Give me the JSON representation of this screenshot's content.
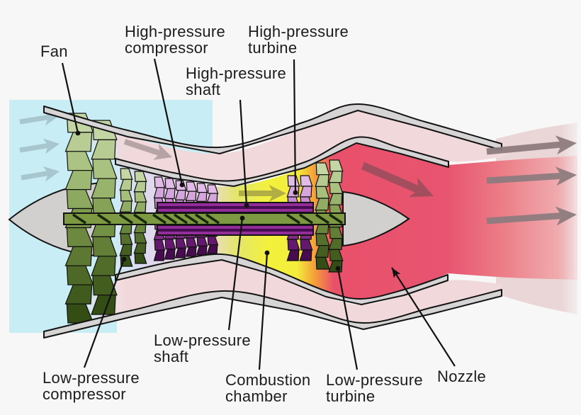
{
  "labels": {
    "fan": "Fan",
    "high_pressure_compressor": "High-pressure\ncompressor",
    "high_pressure_turbine": "High-pressure\nturbine",
    "high_pressure_shaft": "High-pressure\nshaft",
    "low_pressure_shaft": "Low-pressure\nshaft",
    "low_pressure_compressor": "Low-pressure\ncompressor",
    "combustion_chamber": "Combustion\nchamber",
    "low_pressure_turbine": "Low-pressure\nturbine",
    "nozzle": "Nozzle"
  },
  "flow_arrows": {
    "intake": {
      "name": "intake-flow-arrows",
      "count": 3,
      "direction": "right",
      "color": "#a5c2c9"
    },
    "bypass": {
      "name": "bypass-flow-arrow",
      "count": 1,
      "direction": "right-down",
      "color": "#b5a3a6"
    },
    "combustion": {
      "name": "combustion-flow-arrow",
      "count": 1,
      "direction": "right",
      "color": "#b1ae45"
    },
    "core_exhaust": {
      "name": "core-exhaust-flow-arrow",
      "count": 1,
      "direction": "right-down",
      "color": "#a34e5f"
    },
    "exhaust": {
      "name": "exhaust-flow-arrows",
      "count": 3,
      "direction": "right",
      "color": "#8d7b7e"
    }
  },
  "colors": {
    "background": "#f7f7f7",
    "intake_air": "#c9edf4",
    "bypass_duct": "#f1d8da",
    "casing": "#d6d4d4",
    "outline": "#141414",
    "cone": "#d2cfcf",
    "lp_shaft": "#7d9a43",
    "hp_shaft": "#932d99",
    "hp_shaft_stripe": "#470b50",
    "combustion_yellow": "#f3f13c",
    "exhaust_red": "#e85570",
    "plume_pink": "#ead5d7",
    "blade_green_light": "#c3d6a4",
    "blade_green_dark": "#344d15",
    "blade_purple_light": "#e0bce6",
    "blade_purple_dark": "#470b50",
    "arrow_intake": "#a5c2c9",
    "arrow_bypass": "#b5a3a6",
    "arrow_combustion": "#b1ae45",
    "arrow_core": "#a34e5f",
    "arrow_exhaust": "#8d7b7e",
    "leader_line": "#111111",
    "label_text": "#1c1c1c"
  }
}
